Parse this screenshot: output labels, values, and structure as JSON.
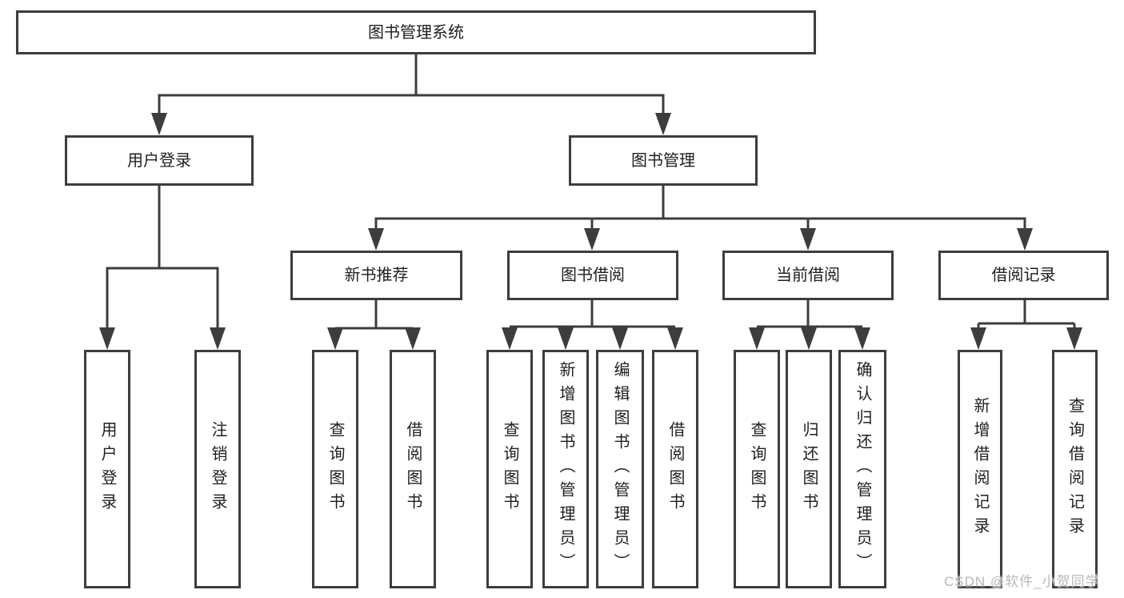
{
  "tree": {
    "root": {
      "label": "图书管理系统"
    },
    "level2": [
      {
        "id": "user-login",
        "label": "用户登录"
      },
      {
        "id": "book-management",
        "label": "图书管理"
      }
    ],
    "level3": [
      {
        "id": "new-book-recommendation",
        "parent": "图书管理",
        "label": "新书推荐"
      },
      {
        "id": "book-borrowing",
        "parent": "图书管理",
        "label": "图书借阅"
      },
      {
        "id": "current-borrowing",
        "parent": "图书管理",
        "label": "当前借阅"
      },
      {
        "id": "borrowing-records",
        "parent": "图书管理",
        "label": "借阅记录"
      }
    ],
    "leaves": [
      {
        "parent": "用户登录",
        "label": "用户登录"
      },
      {
        "parent": "用户登录",
        "label": "注销登录"
      },
      {
        "parent": "新书推荐",
        "label": "查询图书"
      },
      {
        "parent": "新书推荐",
        "label": "借阅图书"
      },
      {
        "parent": "图书借阅",
        "label": "查询图书"
      },
      {
        "parent": "图书借阅",
        "label": "新增图书（管理员）"
      },
      {
        "parent": "图书借阅",
        "label": "编辑图书（管理员）"
      },
      {
        "parent": "图书借阅",
        "label": "借阅图书"
      },
      {
        "parent": "当前借阅",
        "label": "查询图书"
      },
      {
        "parent": "当前借阅",
        "label": "归还图书"
      },
      {
        "parent": "当前借阅",
        "label": "确认归还（管理员）"
      },
      {
        "parent": "借阅记录",
        "label": "新增借阅记录"
      },
      {
        "parent": "借阅记录",
        "label": "查询借阅记录"
      }
    ]
  },
  "watermark": {
    "text": "CSDN @软件_小贺同学"
  },
  "colors": {
    "line": "#3d3d3d",
    "text": "#1f1f1f",
    "watermark": "#b8b8b8",
    "background": "#ffffff"
  }
}
